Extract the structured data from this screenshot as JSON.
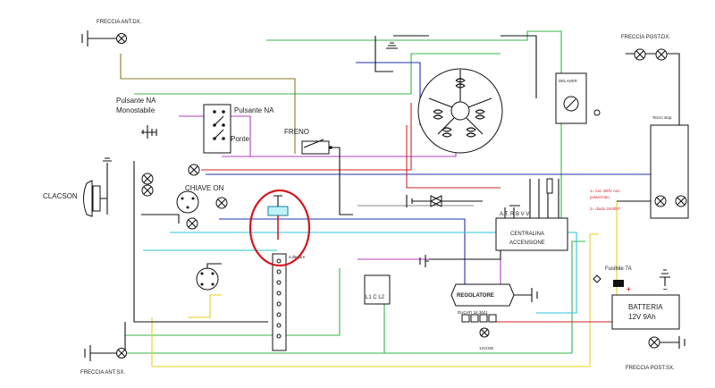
{
  "labels": {
    "freccia_ant_dx": "FRECCIA ANT.DX.",
    "freccia_post_dx": "FRECCIA POST.DX.",
    "freccia_ant_sx": "FRECCIA ANT.SX.",
    "freccia_post_sx": "FRECCIA POST.SX.",
    "pulsante_na_mono_1": "Pulsante NA",
    "pulsante_na_mono_2": "Monostabile",
    "pulsante_na": "Pulsante NA",
    "ponte": "Ponte",
    "freno": "FRENO",
    "clacson": "CLACSON",
    "chiave_on": "CHIAVE ON",
    "collegare": "collegare",
    "stop_light": "Tezzo stop",
    "lamp_note_1": "1= luci 400V non",
    "lamp_note_2": "polarizzato",
    "lamp_note_3": "2= diodo 1N4007",
    "centralina_pins": "A.T.   R  B  V  V",
    "centralina_1": "CENTRALINA",
    "centralina_2": "ACCENSIONE",
    "fusibile": "Fusibile 7A",
    "batteria_1": "BATTERIA",
    "batteria_2": "12V 9Ah",
    "regolatore": "REGOLATORE",
    "regolatore_model": "DUCATI 34.3621",
    "l1_c_l2": "L1 C L2",
    "v12": "12V/4W",
    "delaver": "DELAVER",
    "plus": "+",
    "minus": "–"
  },
  "colors": {
    "black": "#111111",
    "green": "#3ab54a",
    "yellow": "#e6d21c",
    "blue": "#2233aa",
    "red": "#d3232a",
    "violet": "#b43cc0",
    "cyan": "#29c6d6",
    "highlight_circle": "#d0161b"
  }
}
